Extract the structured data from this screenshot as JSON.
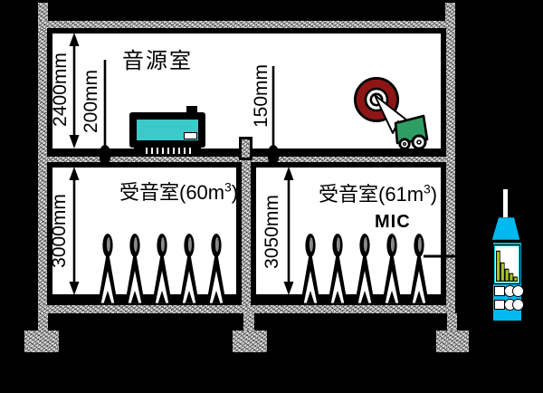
{
  "rooms": {
    "source": {
      "label": "音源室"
    },
    "receiving_left": {
      "name": "受音室(60m",
      "sup": "3",
      "close": ")"
    },
    "receiving_right": {
      "name": "受音室(61m",
      "sup": "3",
      "close": ")"
    }
  },
  "dimensions": {
    "source_room_height": "2400mm",
    "speaker_height": "200mm",
    "partition_offset": "150mm",
    "receiving_left_height": "3000mm",
    "receiving_right_height": "3050mm"
  },
  "labels": {
    "microphone": "MIC"
  },
  "equipment": {
    "loudspeaker_box": {
      "icon": "speaker-box-icon",
      "panel_color": "#3cc9c9"
    },
    "impact_machine": {
      "icon": "target-cart-icon",
      "target_color": "#8c1616",
      "cart_color": "#2f9e63"
    },
    "microphones": {
      "icon": "mic-on-stand-icon",
      "left_count": 5,
      "right_count": 5
    },
    "sound_level_meter": {
      "icon": "sound-level-meter-icon",
      "body_color": "#00b9ef",
      "bar_color": "#a6c41e",
      "display_bars": [
        0.95,
        0.58,
        0.38,
        0.24,
        0.13
      ]
    }
  },
  "colors": {
    "background": "#000000",
    "wall_concrete": "#c6c6c6",
    "room_fill": "#ffffff",
    "line": "#000000"
  }
}
